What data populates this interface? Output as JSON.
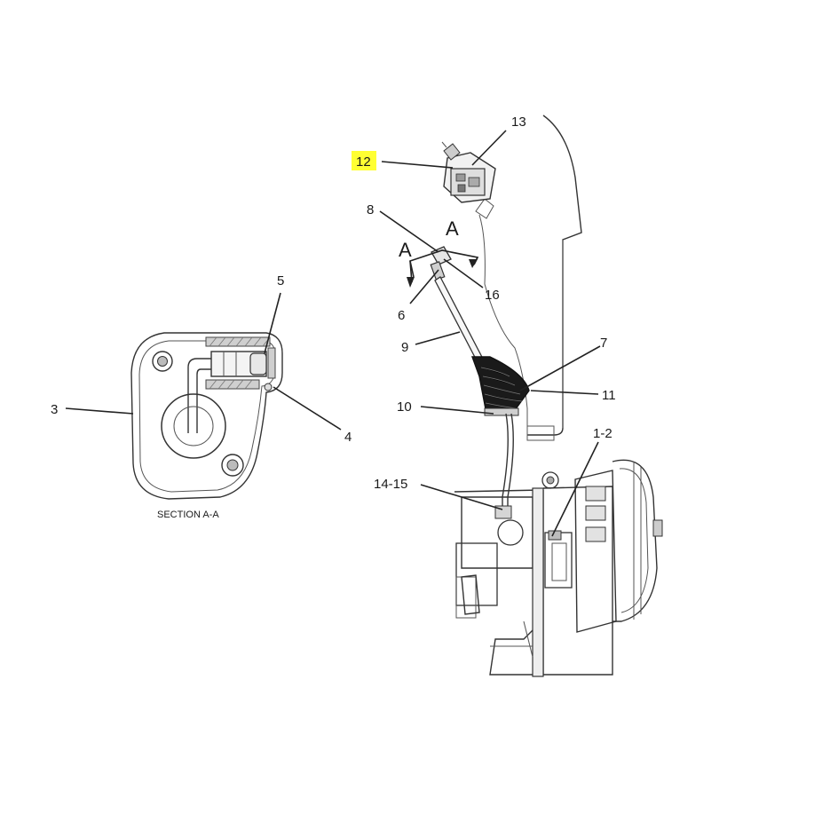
{
  "callouts": {
    "c1_2": "1-2",
    "c3": "3",
    "c4": "4",
    "c5": "5",
    "c6": "6",
    "c7": "7",
    "c8": "8",
    "c9": "9",
    "c10": "10",
    "c11": "11",
    "c12": "12",
    "c13": "13",
    "c14_15": "14-15",
    "c16": "16"
  },
  "section_markers": {
    "left": "A",
    "right": "A"
  },
  "section_caption": "SECTION A-A",
  "highlight_color": "#ffff33"
}
